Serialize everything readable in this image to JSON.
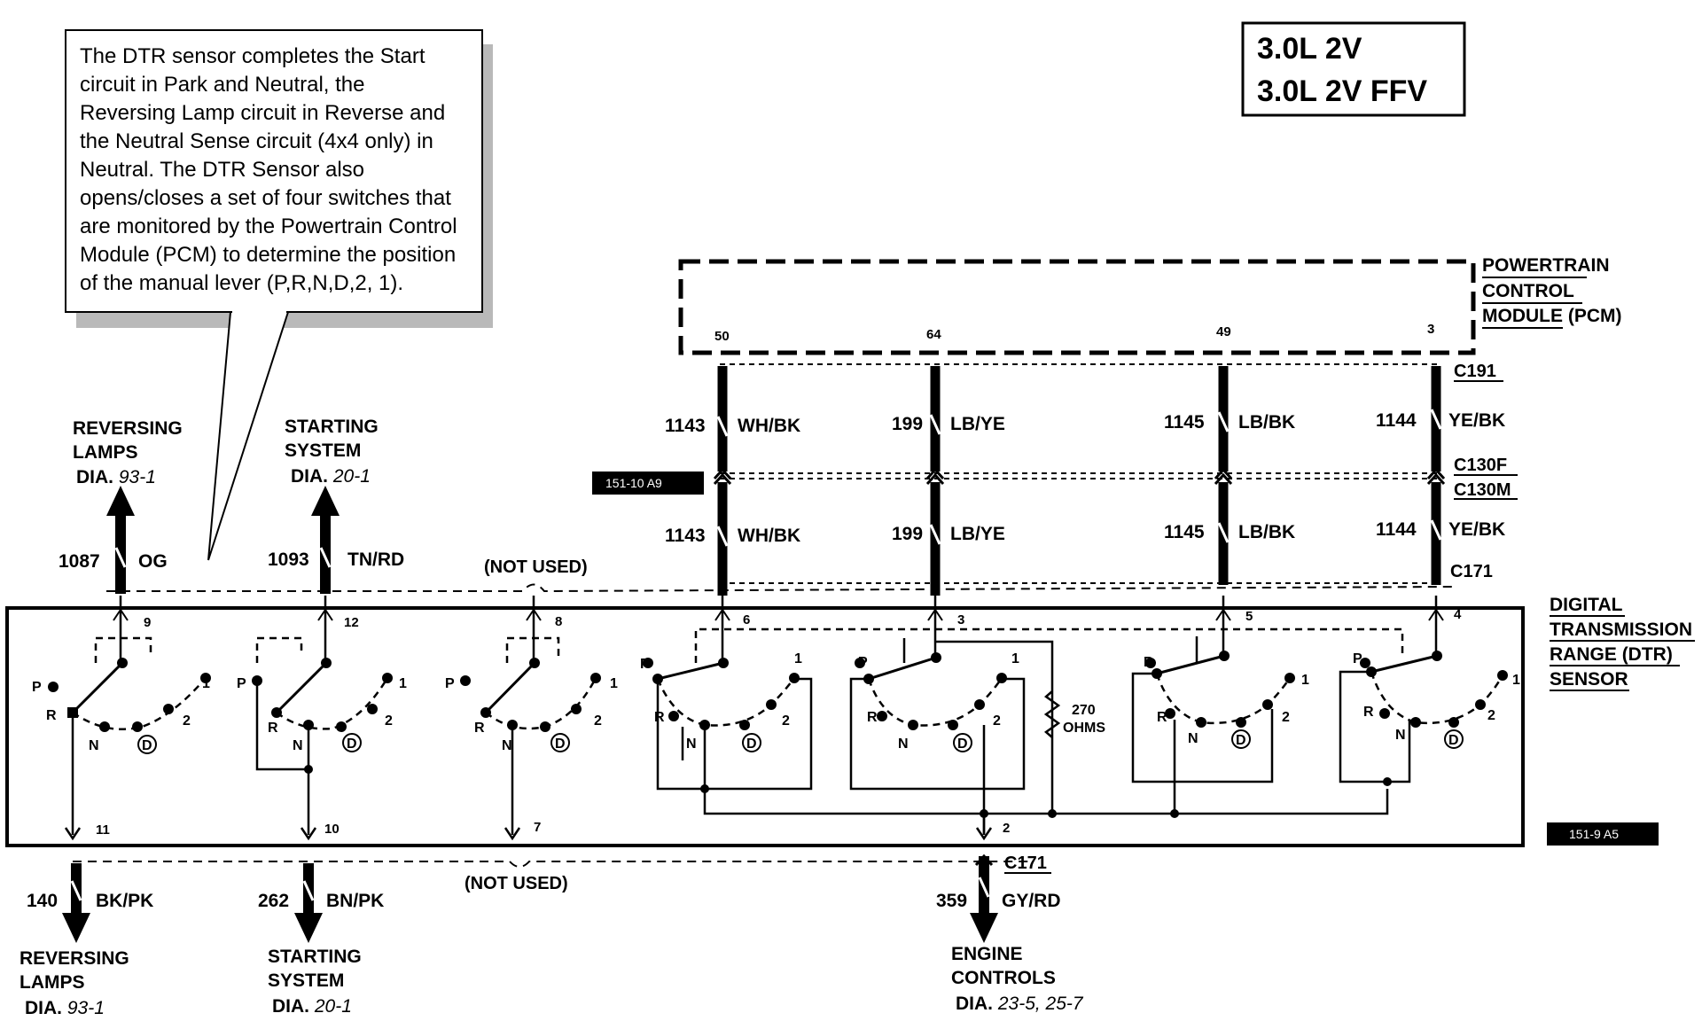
{
  "title_box": {
    "line1": "3.0L 2V",
    "line2": "3.0L 2V FFV"
  },
  "callout": {
    "text": "The DTR sensor completes the Start circuit in Park and Neutral, the Reversing Lamp circuit in Reverse and the Neutral Sense circuit (4x4 only) in Neutral. The DTR Sensor also opens/closes a set of four switches that are monitored by the Powertrain Control Module (PCM) to determine the position of the manual lever (P,R,N,D,2, 1)."
  },
  "pcm": {
    "line1": "POWERTRAIN",
    "line2": "CONTROL",
    "line3_under": "MODULE",
    "line3_rest": "(PCM)",
    "pins": [
      "50",
      "64",
      "49",
      "3"
    ]
  },
  "dtr": {
    "line1": "DIGITAL",
    "line2": "TRANSMISSION",
    "line3_under": "RANGE",
    "line3_rest": "(DTR)",
    "line4": "SENSOR"
  },
  "connectors": {
    "c191": "C191",
    "c130f": "C130F",
    "c130m": "C130M",
    "c171_top": "C171",
    "c171_bottom": "C171"
  },
  "ref_tags": {
    "upper": "151-10 A9",
    "lower": "151-9 A5"
  },
  "pcm_wires": [
    {
      "circuit": "1143",
      "color": "WH/BK"
    },
    {
      "circuit": "199",
      "color": "LB/YE"
    },
    {
      "circuit": "1145",
      "color": "LB/BK"
    },
    {
      "circuit": "1144",
      "color": "YE/BK"
    }
  ],
  "top_outputs": {
    "reversing": {
      "line1": "REVERSING",
      "line2": "LAMPS",
      "dia": "DIA.",
      "ref": "93-1",
      "circuit": "1087",
      "color": "OG"
    },
    "starting": {
      "line1": "STARTING",
      "line2": "SYSTEM",
      "dia": "DIA.",
      "ref": "20-1",
      "circuit": "1093",
      "color": "TN/RD"
    },
    "not_used": "(NOT USED)"
  },
  "bottom_outputs": {
    "reversing": {
      "circuit": "140",
      "color": "BK/PK",
      "line1": "REVERSING",
      "line2": "LAMPS",
      "dia": "DIA.",
      "ref": "93-1"
    },
    "starting": {
      "circuit": "262",
      "color": "BN/PK",
      "line1": "STARTING",
      "line2": "SYSTEM",
      "dia": "DIA.",
      "ref": "20-1"
    },
    "engine": {
      "circuit": "359",
      "color": "GY/RD",
      "line1": "ENGINE",
      "line2": "CONTROLS",
      "dia": "DIA.",
      "ref": "23-5, 25-7"
    },
    "not_used": "(NOT USED)"
  },
  "sensor_pins": {
    "top": [
      "9",
      "12",
      "8",
      "6",
      "3",
      "5",
      "4"
    ],
    "bottom": [
      "11",
      "10",
      "7",
      "2"
    ]
  },
  "resistor": {
    "value": "270",
    "unit": "OHMS"
  },
  "positions": {
    "p": "P",
    "r": "R",
    "n": "N",
    "d": "D",
    "two": "2",
    "one": "1"
  }
}
